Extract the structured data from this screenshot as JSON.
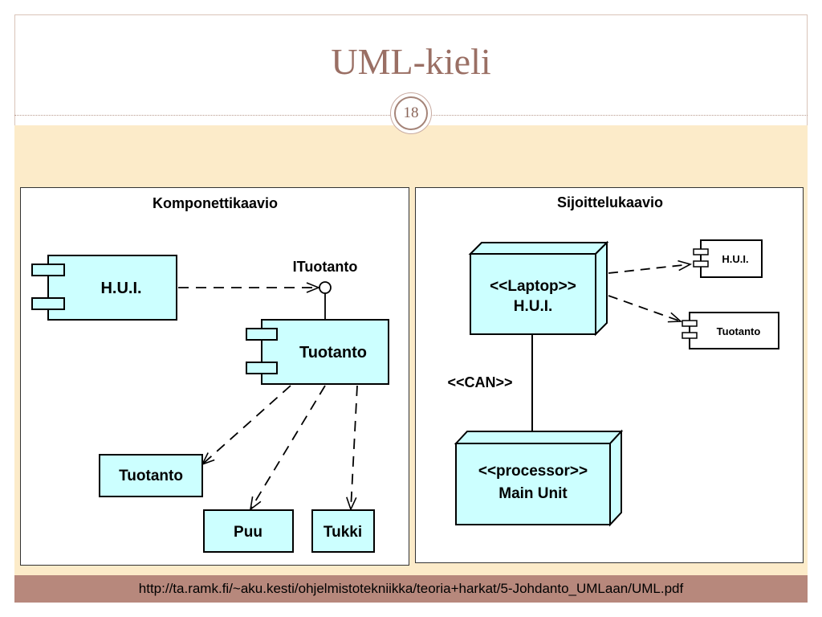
{
  "slide": {
    "title": "UML-kieli",
    "number": "18",
    "footer_url": "http://ta.ramk.fi/~aku.kesti/ohjelmistotekniikka/teoria+harkat/5-Johdanto_UMLaan/UML.pdf"
  },
  "component_diagram": {
    "title": "Komponettikaavio",
    "hui_label": "H.U.I.",
    "interface_label": "ITuotanto",
    "tuotanto_component_label": "Tuotanto",
    "class_tuotanto": "Tuotanto",
    "class_puu": "Puu",
    "class_tukki": "Tukki"
  },
  "deployment_diagram": {
    "title": "Sijoittelukaavio",
    "laptop_stereotype": "<<Laptop>>",
    "laptop_name": "H.U.I.",
    "processor_stereotype": "<<processor>>",
    "processor_name": "Main Unit",
    "link_label": "<<CAN>>",
    "artifact_hui": "H.U.I.",
    "artifact_tuotanto": "Tuotanto"
  },
  "colors": {
    "title": "#9a6f64",
    "band": "#fcebc9",
    "footer": "#b7887c",
    "shape_fill": "#ccffff"
  }
}
